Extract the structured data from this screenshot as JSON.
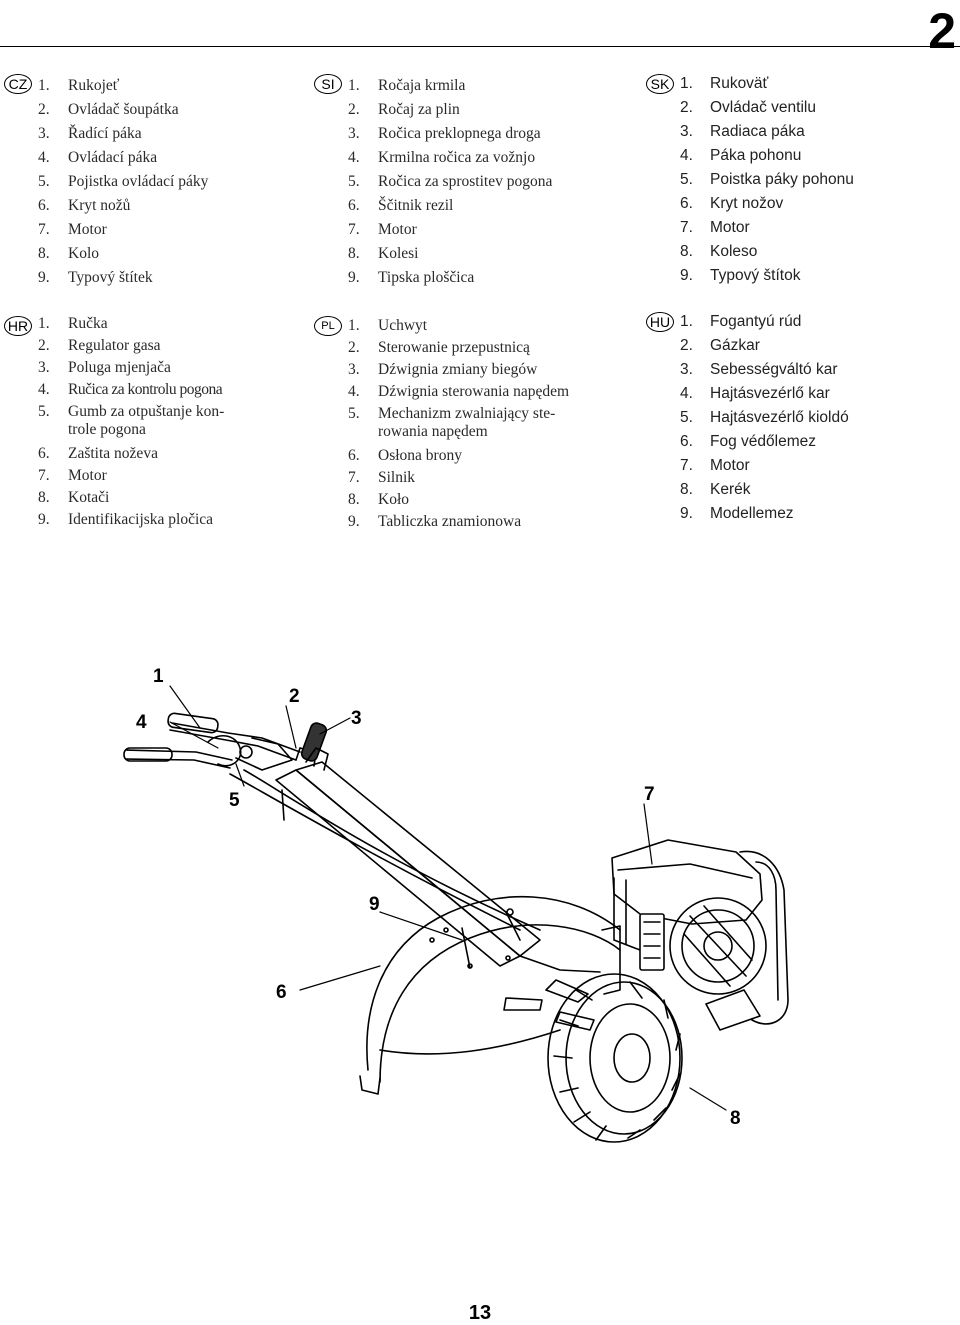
{
  "page": {
    "section_number": "2",
    "page_number": "13"
  },
  "blocks": [
    {
      "code": "CZ",
      "items": [
        "Rukojeť",
        "Ovládač šoupátka",
        "Řadící páka",
        "Ovládací páka",
        "Pojistka ovládací páky",
        "Kryt nožů",
        "Motor",
        "Kolo",
        "Typový štítek"
      ]
    },
    {
      "code": "SI",
      "items": [
        "Ročaja krmila",
        "Ročaj za plin",
        "Ročica preklopnega droga",
        "Krmilna ročica za vožnjo",
        "Ročica za sprostitev pogona",
        "Ščitnik rezil",
        "Motor",
        "Kolesi",
        "Tipska ploščica"
      ]
    },
    {
      "code": "SK",
      "items": [
        "Rukoväť",
        "Ovládač ventilu",
        "Radiaca páka",
        "Páka pohonu",
        "Poistka páky pohonu",
        "Kryt nožov",
        "Motor",
        "Koleso",
        "Typový štítok"
      ]
    },
    {
      "code": "HR",
      "items": [
        "Ručka",
        "Regulator gasa",
        "Poluga mjenjača",
        "Ručica za kontrolu pogona",
        "Gumb za otpuštanje kon-trole pogona",
        "Zaštita noževa",
        "Motor",
        "Kotači",
        "Identifikacijska pločica"
      ]
    },
    {
      "code": "PL",
      "items": [
        "Uchwyt",
        "Sterowanie przepustnicą",
        "Dźwignia zmiany biegów",
        "Dźwignia sterowania napędem",
        "Mechanizm zwalniający ste-rowania napędem",
        "Osłona brony",
        "Silnik",
        "Koło",
        "Tabliczka znamionowa"
      ]
    },
    {
      "code": "HU",
      "items": [
        "Fogantyú rúd",
        "Gázkar",
        "Sebességváltó kar",
        "Hajtásvezérlő kar",
        "Hajtásvezérlő kioldó",
        "Fog védőlemez",
        "Motor",
        "Kerék",
        "Modellemez"
      ]
    }
  ],
  "diagram": {
    "callouts": [
      "1",
      "2",
      "3",
      "4",
      "5",
      "6",
      "7",
      "8",
      "9"
    ]
  }
}
